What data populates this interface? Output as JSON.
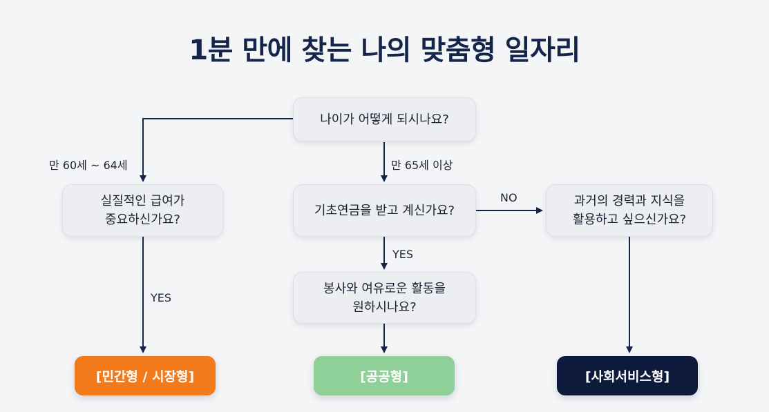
{
  "title": "1분 만에 찾는 나의 맞춤형 일자리",
  "nodes": {
    "age_question": "나이가 어떻게 되시나요?",
    "salary_question": "실질적인 급여가\n중요하신가요?",
    "pension_question": "기초연금을 받고 계신가요?",
    "volunteer_question": "봉사와 여유로운 활동을\n원하시나요?",
    "experience_question": "과거의 경력과 지식을\n활용하고 싶으신가요?"
  },
  "edges": {
    "age_60_64": "만 60세 ~ 64세",
    "age_65_plus": "만 65세 이상",
    "salary_yes": "YES",
    "pension_no": "NO",
    "pension_yes": "YES"
  },
  "results": {
    "private_market": "[민간형 / 시장형]",
    "public": "[공공형]",
    "social_service": "[사회서비스형]"
  },
  "colors": {
    "line": "#15254a",
    "private_market": "#f27a1a",
    "public": "#8fcf98",
    "social_service": "#0e1a3c"
  }
}
